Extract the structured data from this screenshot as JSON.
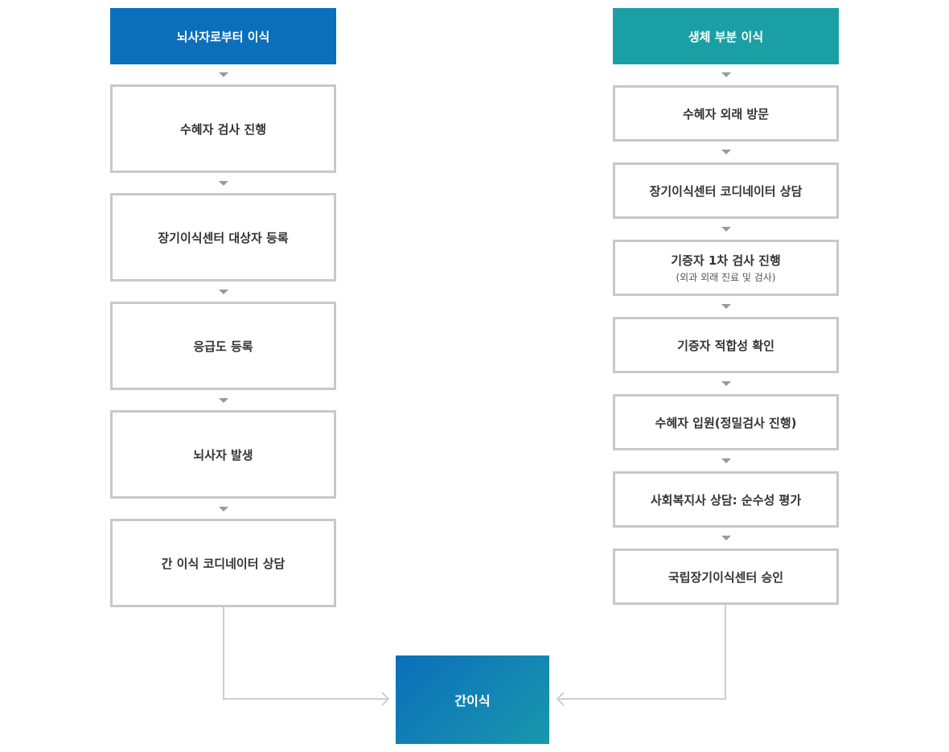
{
  "left": {
    "header": "뇌사자로부터 이식",
    "steps": [
      {
        "label": "수혜자 검사 진행"
      },
      {
        "label": "장기이식센터 대상자 등록"
      },
      {
        "label": "응급도 등록"
      },
      {
        "label": "뇌사자 발생"
      },
      {
        "label": "간 이식 코디네이터 상담"
      }
    ]
  },
  "right": {
    "header": "생체 부분 이식",
    "steps": [
      {
        "label": "수혜자 외래 방문"
      },
      {
        "label": "장기이식센터 코디네이터 상담"
      },
      {
        "label": "기증자 1차 검사 진행",
        "sub": "(외과 외래 진료 및 검사)"
      },
      {
        "label": "기증자 적합성 확인"
      },
      {
        "label": "수혜자 입원(정밀검사 진행)"
      },
      {
        "label": "사회복지사 상담: 순수성 평가"
      },
      {
        "label": "국립장기이식센터 승인"
      }
    ]
  },
  "result": {
    "label": "간이식"
  },
  "colors": {
    "left_header": "#0b6fba",
    "right_header": "#1aa0a4",
    "border": "#c8c8c8",
    "arrow": "#9a9a9a"
  }
}
